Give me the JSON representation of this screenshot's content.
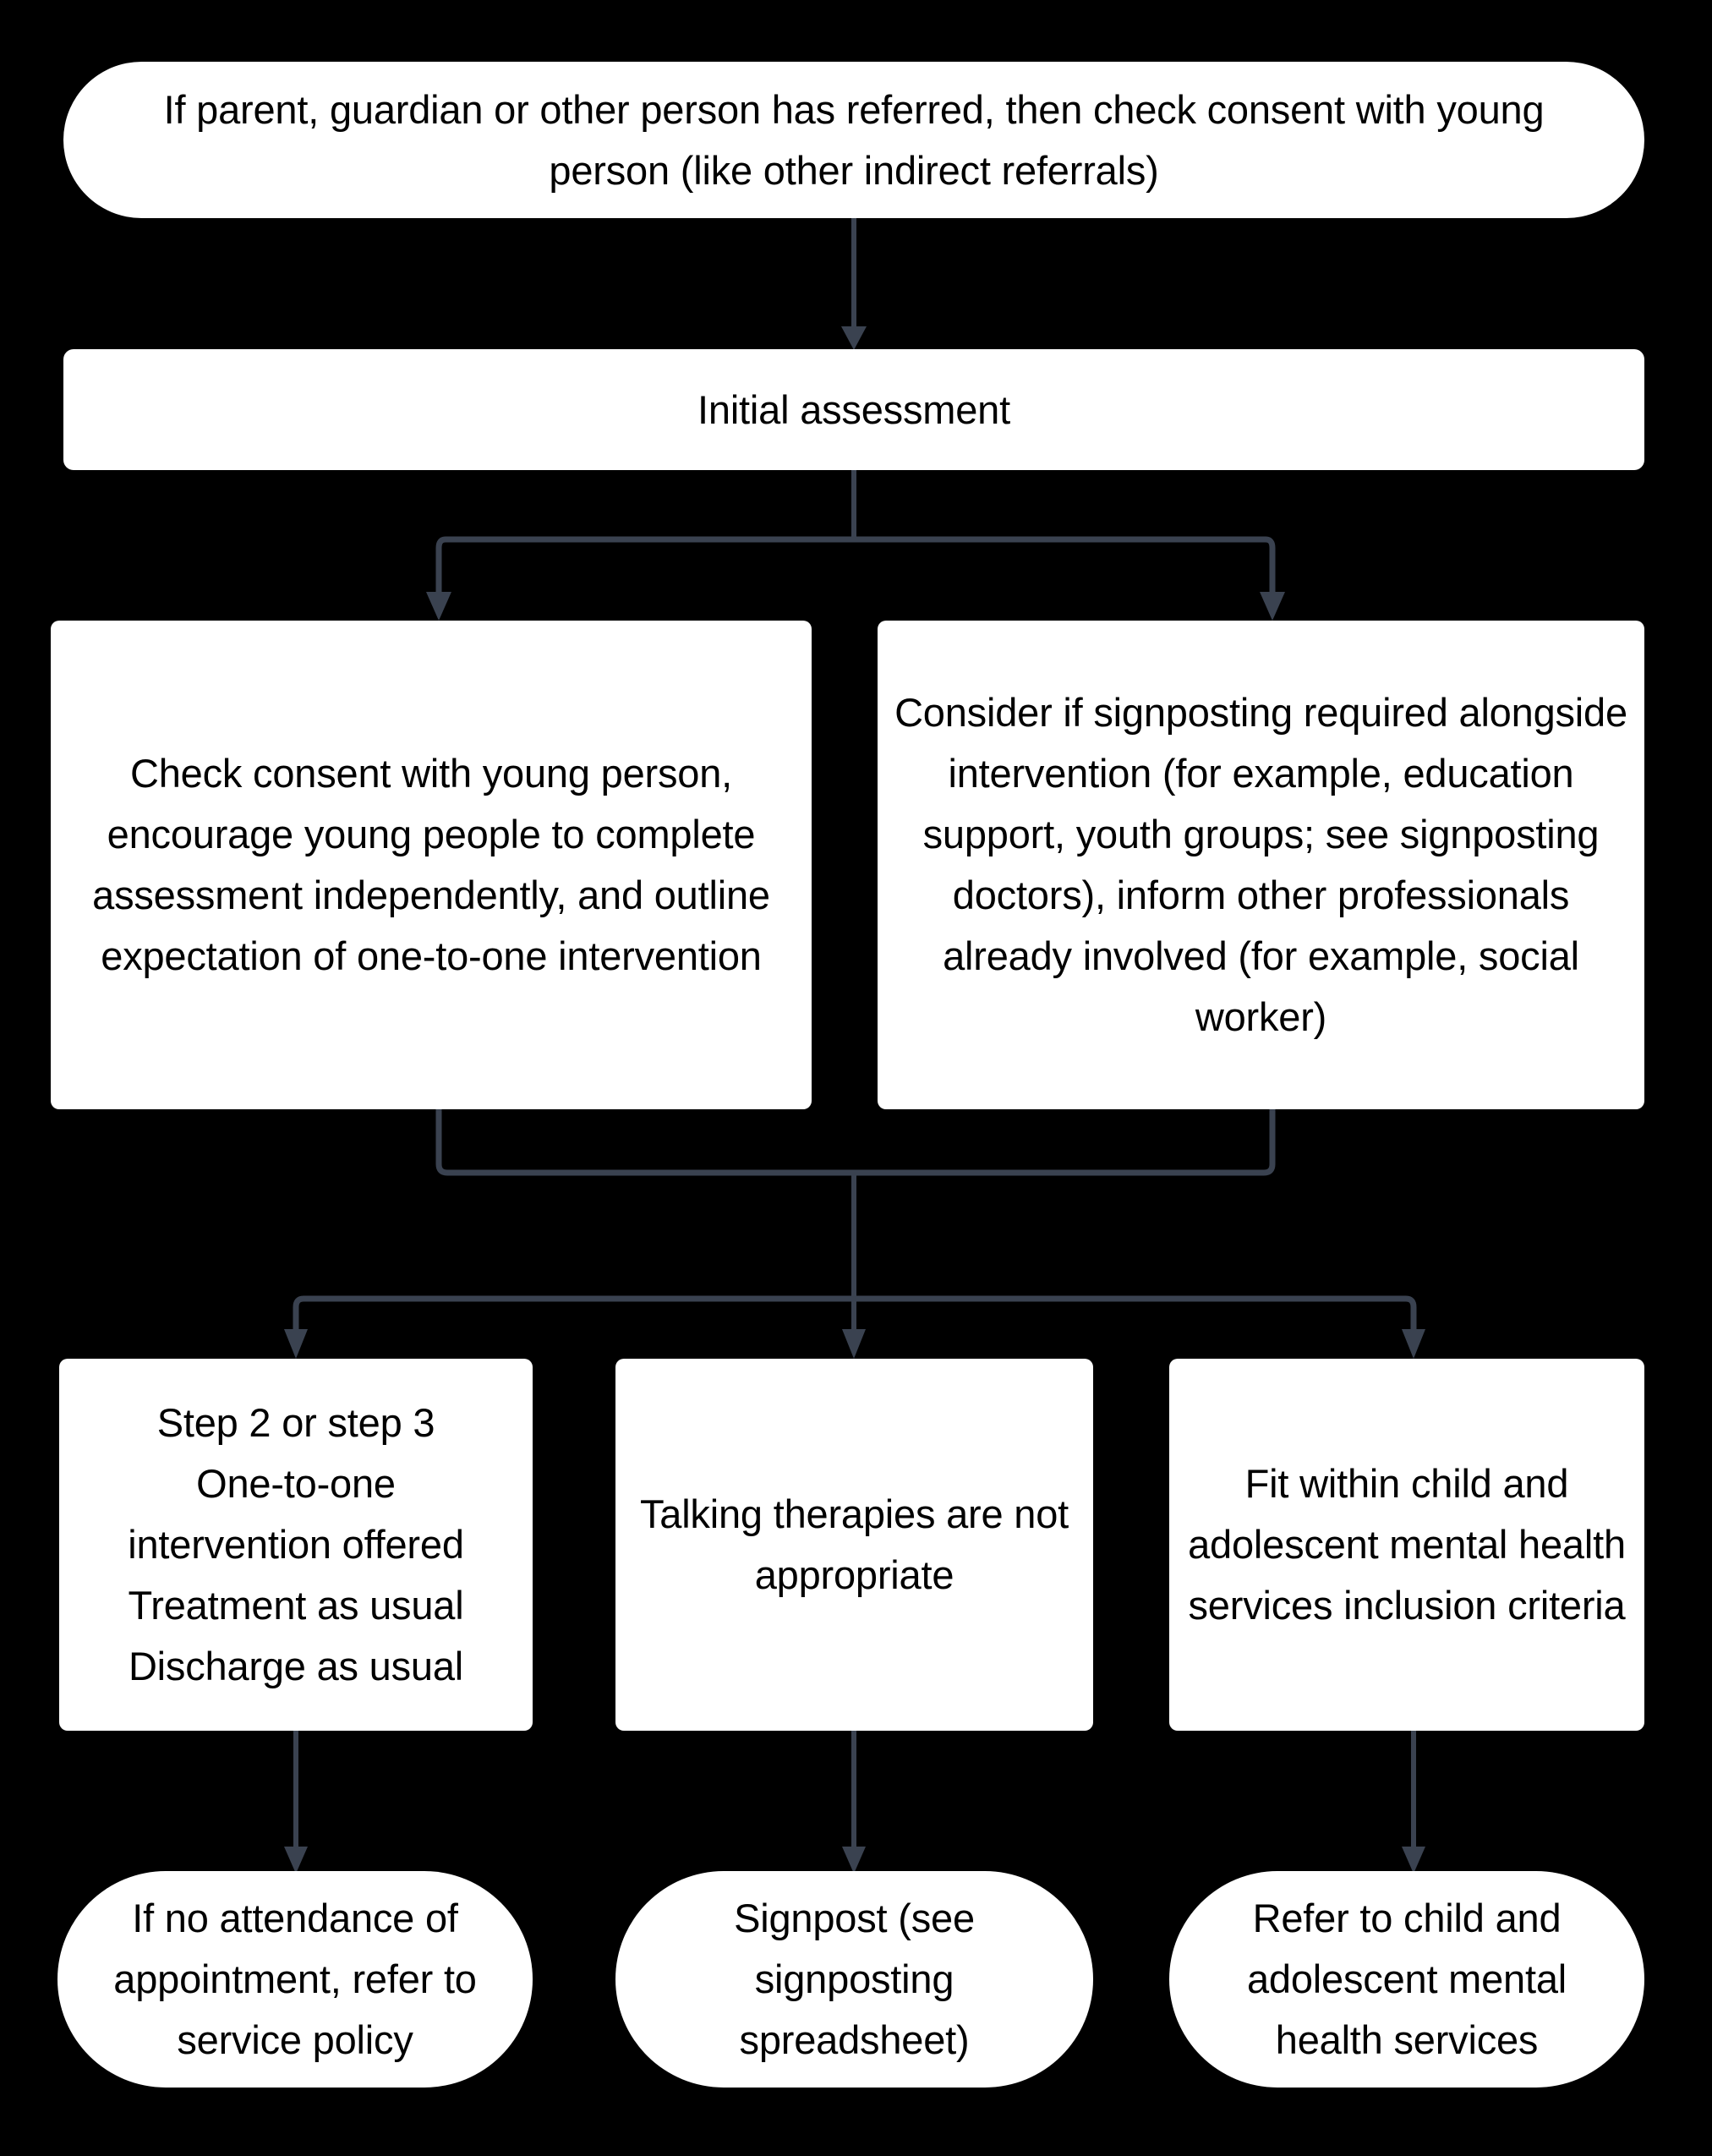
{
  "diagram": {
    "title": "Referral and assessment pathway flowchart",
    "background_color": "#000000",
    "node_fill": "#ffffff",
    "node_text_color": "#000000",
    "connector_color": "#3A4250"
  },
  "nodes": {
    "consent_check": {
      "label": "If parent, guardian or other person has referred, then check consent with young person (like other indirect referrals)",
      "shape": "pill"
    },
    "initial_assessment": {
      "label": "Initial assessment",
      "shape": "rounded-rectangle"
    },
    "check_consent_young_person": {
      "label": "Check consent with young person, encourage young people to complete assessment independently, and outline expectation of one-to-one intervention",
      "shape": "rounded-rectangle"
    },
    "consider_signposting": {
      "label": "Consider if signposting required alongside intervention (for example, education support, youth groups; see signposting doctors), inform other professionals already involved (for example, social worker)",
      "shape": "rounded-rectangle"
    },
    "step_2_or_3": {
      "label": "Step 2 or step 3\nOne-to-one\nintervention offered\nTreatment as usual\nDischarge as usual",
      "shape": "rounded-rectangle"
    },
    "talking_therapies_not_appropriate": {
      "label": "Talking therapies are not appropriate",
      "shape": "rounded-rectangle"
    },
    "fit_within_camhs": {
      "label": "Fit within child and adolescent mental health services inclusion criteria",
      "shape": "rounded-rectangle"
    },
    "no_attendance": {
      "label": "If no attendance of appointment, refer to service policy",
      "shape": "pill"
    },
    "signpost_spreadsheet": {
      "label": "Signpost (see signposting spreadsheet)",
      "shape": "pill"
    },
    "refer_to_camhs": {
      "label": "Refer to child and adolescent mental health services",
      "shape": "pill"
    }
  },
  "edges": [
    {
      "from": "consent_check",
      "to": "initial_assessment"
    },
    {
      "from": "initial_assessment",
      "to": "check_consent_young_person"
    },
    {
      "from": "initial_assessment",
      "to": "consider_signposting"
    },
    {
      "from": "check_consent_young_person",
      "to": "step_2_or_3"
    },
    {
      "from": "check_consent_young_person",
      "to": "talking_therapies_not_appropriate"
    },
    {
      "from": "check_consent_young_person",
      "to": "fit_within_camhs"
    },
    {
      "from": "consider_signposting",
      "to": "step_2_or_3"
    },
    {
      "from": "consider_signposting",
      "to": "talking_therapies_not_appropriate"
    },
    {
      "from": "consider_signposting",
      "to": "fit_within_camhs"
    },
    {
      "from": "step_2_or_3",
      "to": "no_attendance"
    },
    {
      "from": "talking_therapies_not_appropriate",
      "to": "signpost_spreadsheet"
    },
    {
      "from": "fit_within_camhs",
      "to": "refer_to_camhs"
    }
  ]
}
